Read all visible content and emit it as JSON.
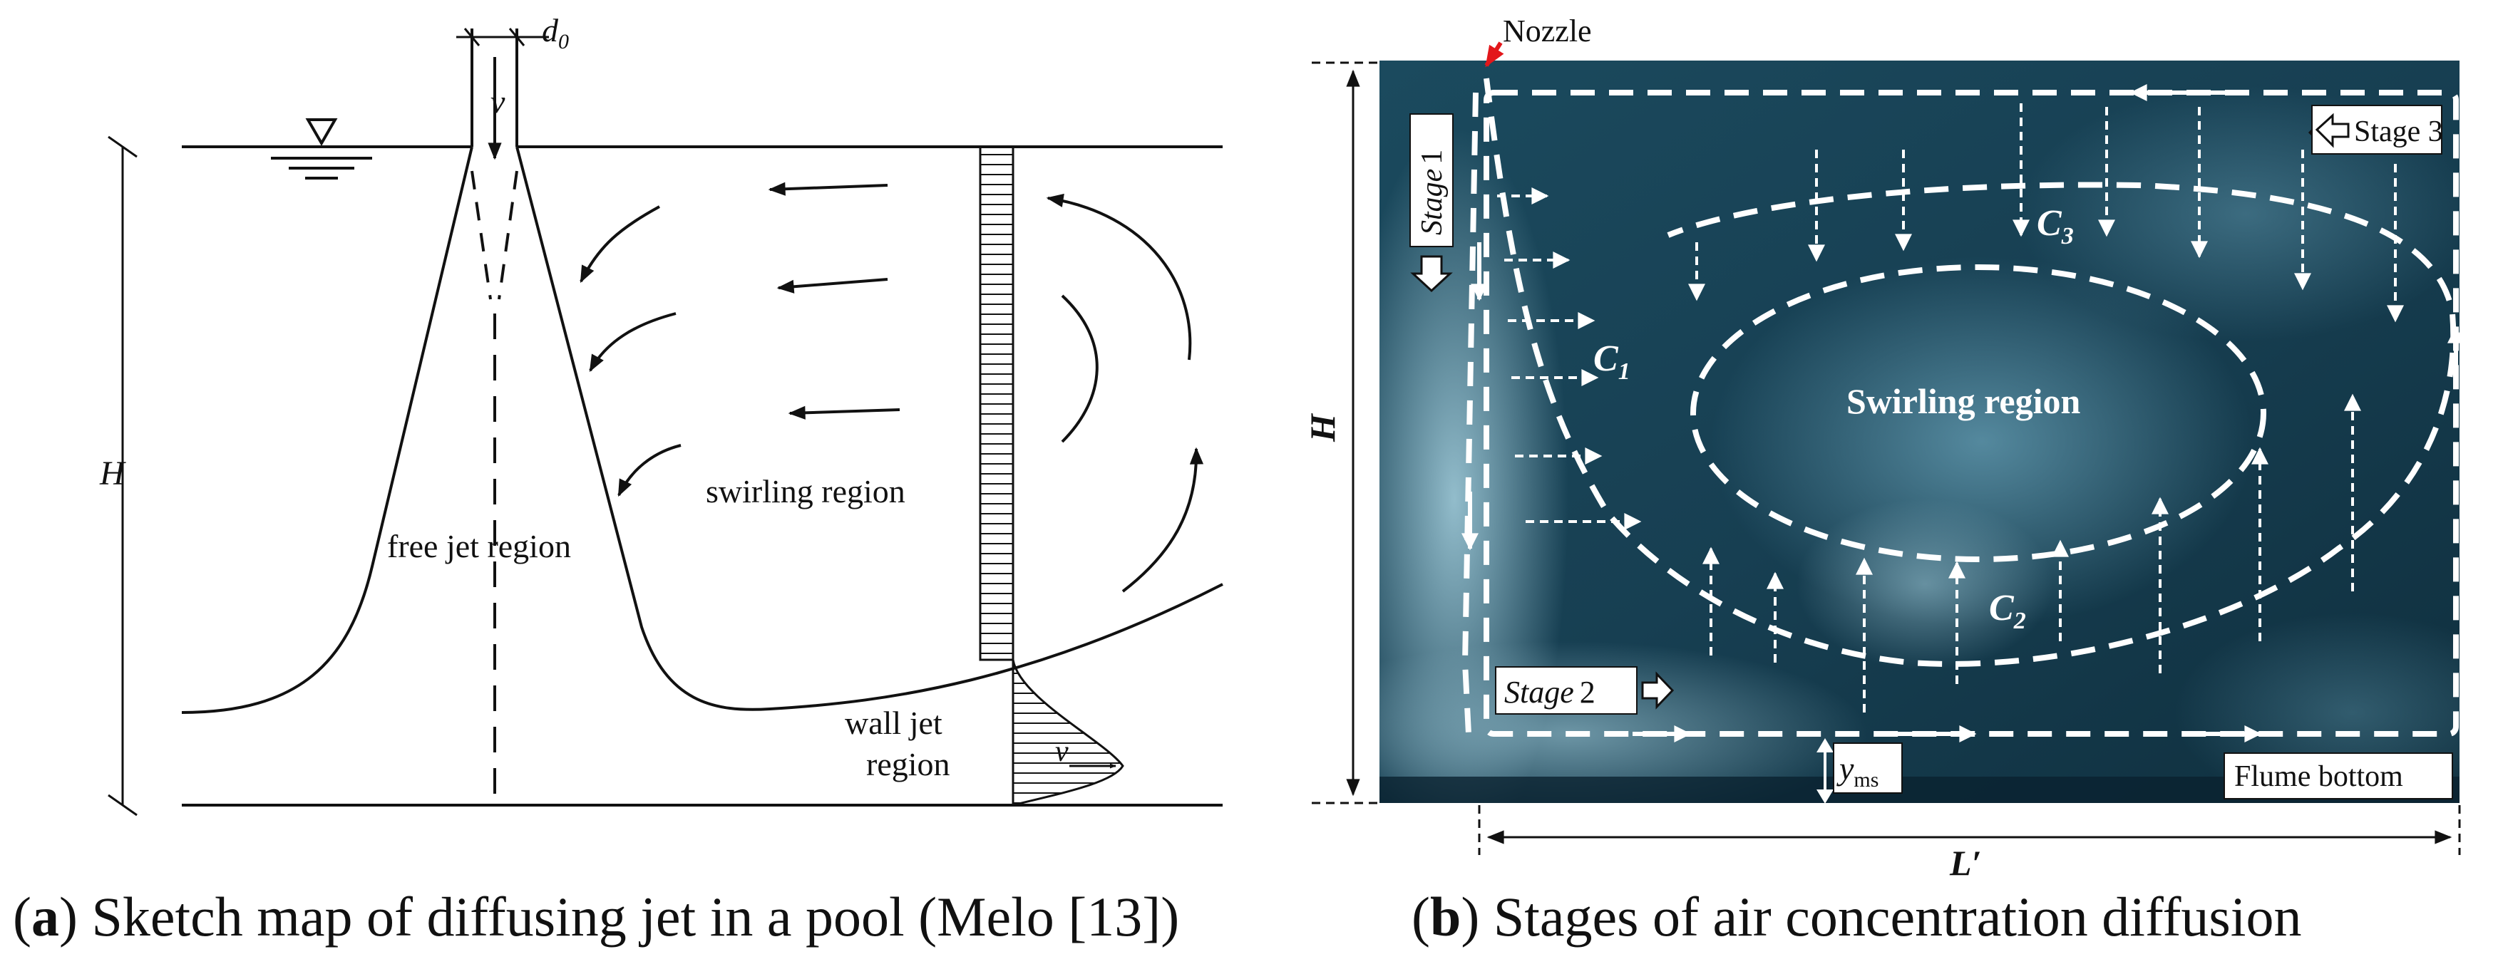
{
  "panel_a": {
    "labels": {
      "d0": "d",
      "d0_sub": "0",
      "v_top": "v",
      "H": "H",
      "free_jet": "free jet region",
      "swirling": "swirling region",
      "wall_jet_line1": "wall jet",
      "wall_jet_line2": "region",
      "v_profile": "v"
    },
    "caption": {
      "paren_open": "(",
      "letter": "a",
      "text": ") Sketch map of diffusing jet in a pool (Melo [13])"
    }
  },
  "panel_b": {
    "labels": {
      "nozzle": "Nozzle",
      "stage1": "Stage",
      "stage1_num": "1",
      "stage2": "Stage",
      "stage2_num": "2",
      "stage3": "Stage 3",
      "c1": "C",
      "c1_sub": "1",
      "c2": "C",
      "c2_sub": "2",
      "c3": "C",
      "c3_sub": "3",
      "swirling": "Swirling region",
      "yms": "y",
      "yms_sub": "ms",
      "flume_bottom": "Flume bottom",
      "H": "H",
      "L": "L′"
    },
    "caption": {
      "paren_open": "(",
      "letter": "b",
      "text": ") Stages of air concentration diffusion"
    }
  },
  "colors": {
    "photo_dark": "#0e2e3d",
    "photo_mid": "#2f6a82",
    "photo_light": "#9cc7d6",
    "nozzle_arrow": "#e3171b",
    "line": "#111111"
  }
}
